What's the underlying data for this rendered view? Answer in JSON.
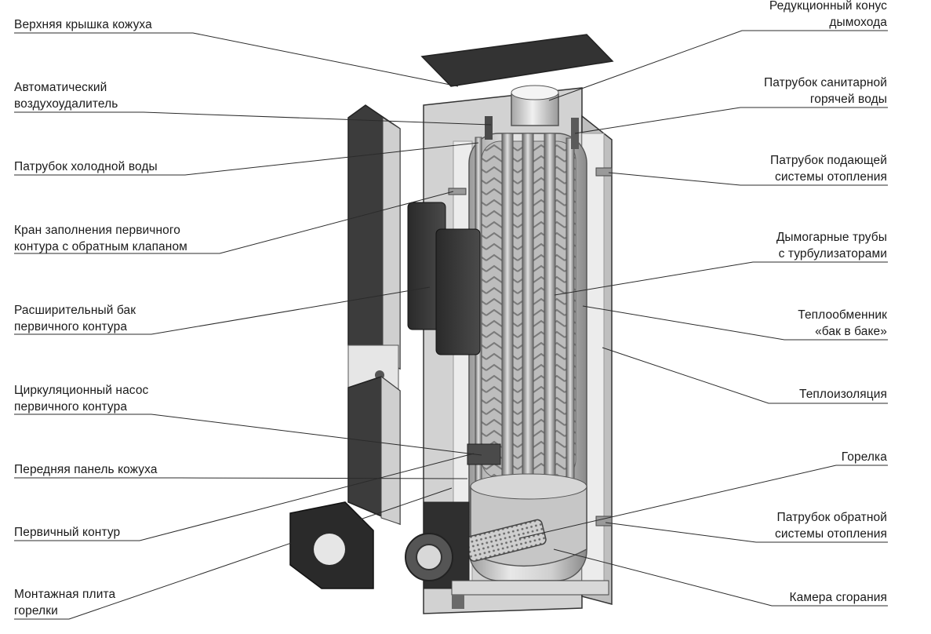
{
  "diagram": {
    "left_labels": [
      {
        "id": "top-cover",
        "lines": [
          "Верхняя крышка кожуха"
        ]
      },
      {
        "id": "auto-air-vent",
        "lines": [
          "Автоматический",
          "воздухоудалитель"
        ]
      },
      {
        "id": "cold-water-pipe",
        "lines": [
          "Патрубок холодной воды"
        ]
      },
      {
        "id": "fill-valve",
        "lines": [
          "Кран заполнения первичного",
          "контура с обратным клапаном"
        ]
      },
      {
        "id": "expansion-tank",
        "lines": [
          "Расширительный бак",
          "первичного контура"
        ]
      },
      {
        "id": "circulation-pump",
        "lines": [
          "Циркуляционный насос",
          "первичного контура"
        ]
      },
      {
        "id": "front-panel",
        "lines": [
          "Передняя панель кожуха"
        ]
      },
      {
        "id": "primary-circuit",
        "lines": [
          "Первичный контур"
        ]
      },
      {
        "id": "burner-plate",
        "lines": [
          "Монтажная плита",
          "горелки"
        ]
      }
    ],
    "right_labels": [
      {
        "id": "flue-cone",
        "lines": [
          "Редукционный конус",
          "дымохода"
        ]
      },
      {
        "id": "hot-water-pipe",
        "lines": [
          "Патрубок санитарной",
          "горячей воды"
        ]
      },
      {
        "id": "heating-supply-pipe",
        "lines": [
          "Патрубок подающей",
          "системы отопления"
        ]
      },
      {
        "id": "fire-tubes",
        "lines": [
          "Дымогарные трубы",
          "с турбулизаторами"
        ]
      },
      {
        "id": "heat-exchanger",
        "lines": [
          "Теплообменник",
          "«бак в баке»"
        ]
      },
      {
        "id": "insulation",
        "lines": [
          "Теплоизоляция"
        ]
      },
      {
        "id": "burner",
        "lines": [
          "Горелка"
        ]
      },
      {
        "id": "heating-return-pipe",
        "lines": [
          "Патрубок обратной",
          "системы отопления"
        ]
      },
      {
        "id": "combustion-chamber",
        "lines": [
          "Камера сгорания"
        ]
      }
    ]
  },
  "colors": {
    "line": "#2b2b2b",
    "text": "#1a1a1a",
    "shell_dark": "#3a3a3a",
    "shell_mid": "#8c8c8c",
    "shell_light": "#cfcfcf",
    "insulation": "#e6e6e6",
    "tank_light": "#d9d9d9"
  }
}
